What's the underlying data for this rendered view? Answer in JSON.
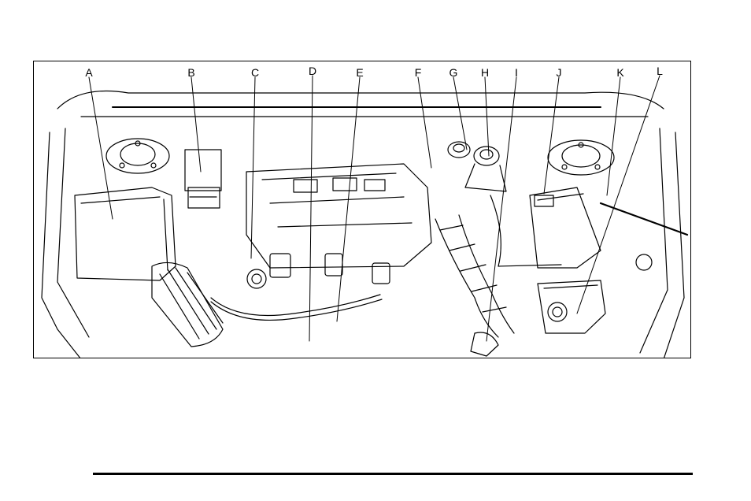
{
  "figure": {
    "callouts": [
      {
        "letter": "A"
      },
      {
        "letter": "B"
      },
      {
        "letter": "C"
      },
      {
        "letter": "D"
      },
      {
        "letter": "E"
      },
      {
        "letter": "F"
      },
      {
        "letter": "G"
      },
      {
        "letter": "H"
      },
      {
        "letter": "I"
      },
      {
        "letter": "J"
      },
      {
        "letter": "K"
      },
      {
        "letter": "L"
      }
    ]
  },
  "colors": {
    "line": "#000000",
    "background": "#ffffff"
  }
}
